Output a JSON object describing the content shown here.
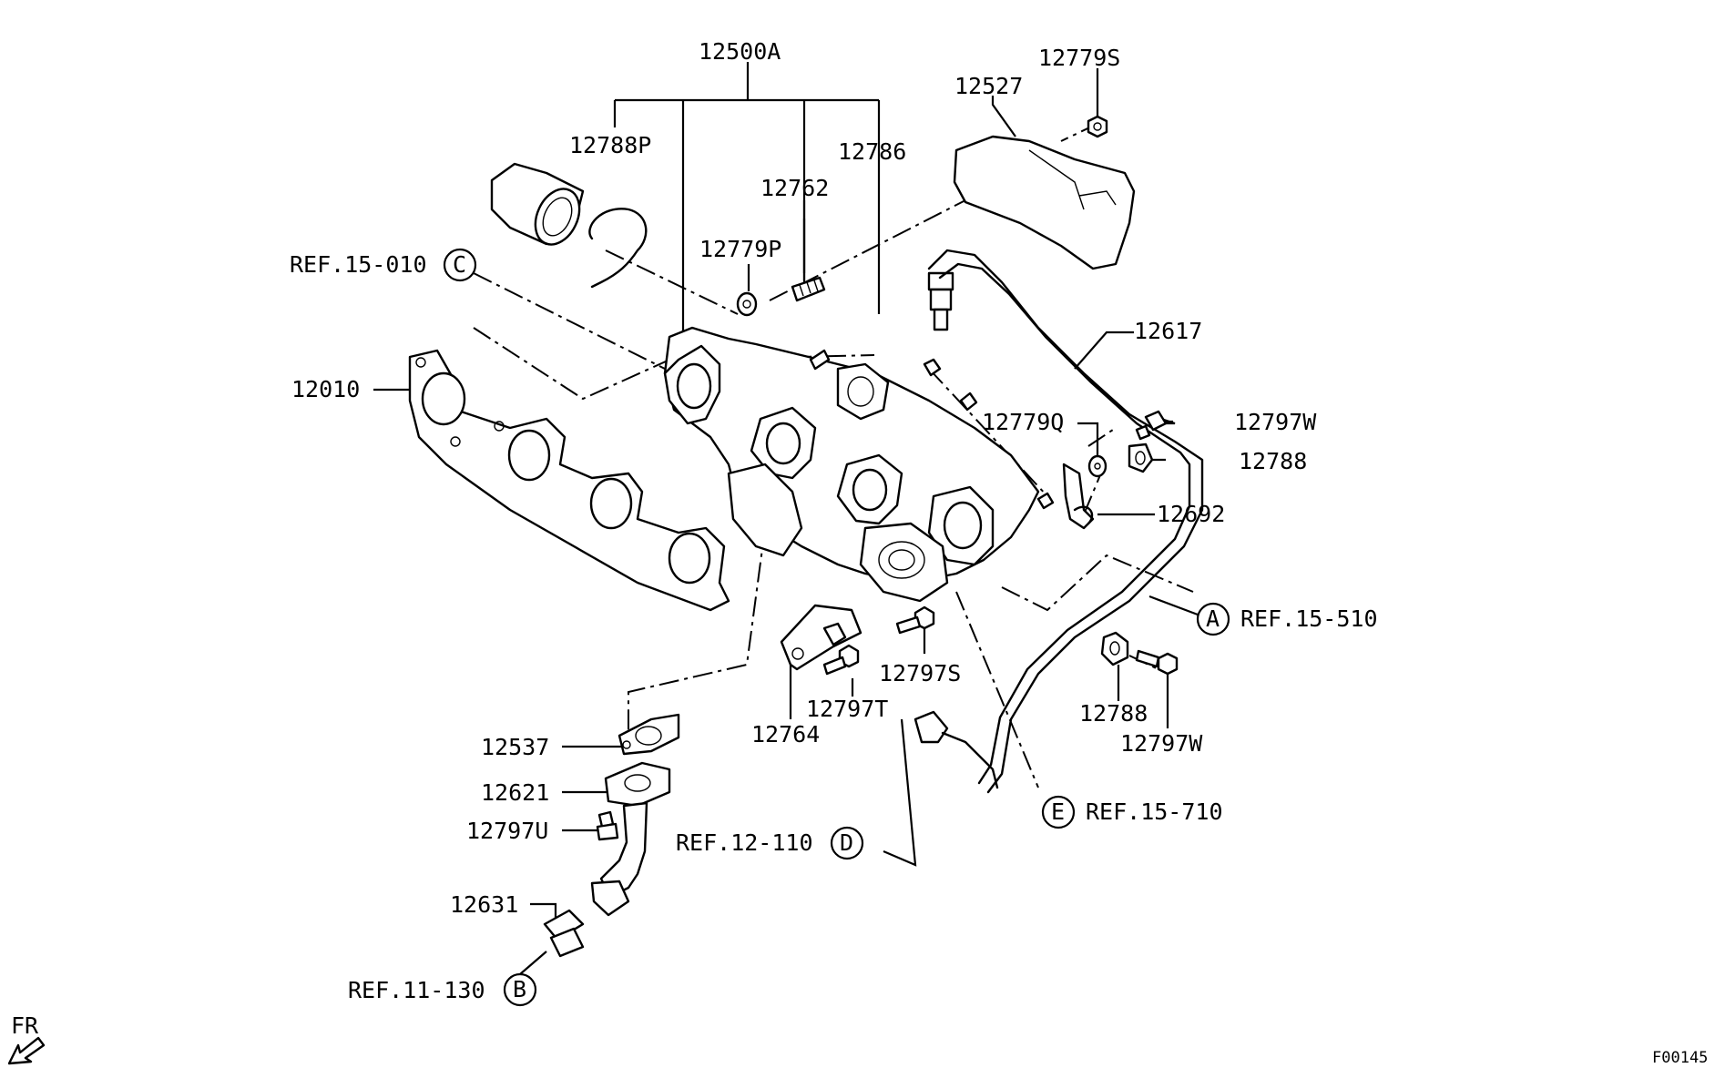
{
  "labels": {
    "assy": "12500A",
    "heat_shield": "12527",
    "shield_nut": "12779S",
    "clamp_wire": "12788P",
    "stud": "12762",
    "oil_fitting": "12786",
    "nut_p": "12779P",
    "oil_pipe": "12617",
    "manifold_gasket": "12010",
    "nut_q": "12779Q",
    "bolt_w_upper": "12797W",
    "clip_upper": "12788",
    "bracket_clip": "12692",
    "bolt_s": "12797S",
    "bolt_t": "12797T",
    "bracket": "12764",
    "gasket_flange": "12537",
    "return_flange": "12621",
    "bolt_u": "12797U",
    "union": "12631",
    "clip_lower": "12788",
    "bolt_w_lower": "12797W"
  },
  "refs": {
    "c": {
      "text": "REF.15-010",
      "letter": "C"
    },
    "a": {
      "text": "REF.15-510",
      "letter": "A"
    },
    "e": {
      "text": "REF.15-710",
      "letter": "E"
    },
    "d": {
      "text": "REF.12-110",
      "letter": "D"
    },
    "b": {
      "text": "REF.11-130",
      "letter": "B"
    }
  },
  "direction": "FR",
  "figure_code": "F00145"
}
